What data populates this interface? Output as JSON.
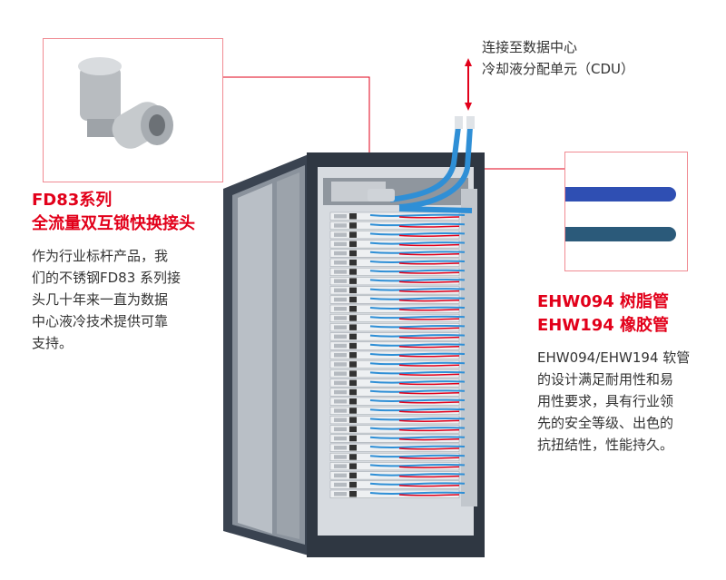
{
  "cdu_label": {
    "line1": "连接至数据中心",
    "line2": "冷却液分配单元（CDU）"
  },
  "fd83": {
    "title1": "FD83系列",
    "title2": "全流量双互锁快换接头",
    "desc": [
      "作为行业标杆产品，我",
      "们的不锈钢FD83 系列接",
      "头几十年来一直为数据",
      "中心液冷技术提供可靠",
      "支持。"
    ]
  },
  "ehw": {
    "title1": "EHW094 树脂管",
    "title2": "EHW194 橡胶管",
    "desc": [
      "EHW094/EHW194 软管",
      "的设计满足耐用性和易",
      "用性要求，具有行业领",
      "先的安全等级、出色的",
      "抗扭结性，性能持久。"
    ]
  },
  "colors": {
    "accent": "#e2001a",
    "rack": "#3a4350",
    "hose_blue": "#2f8fd6"
  }
}
